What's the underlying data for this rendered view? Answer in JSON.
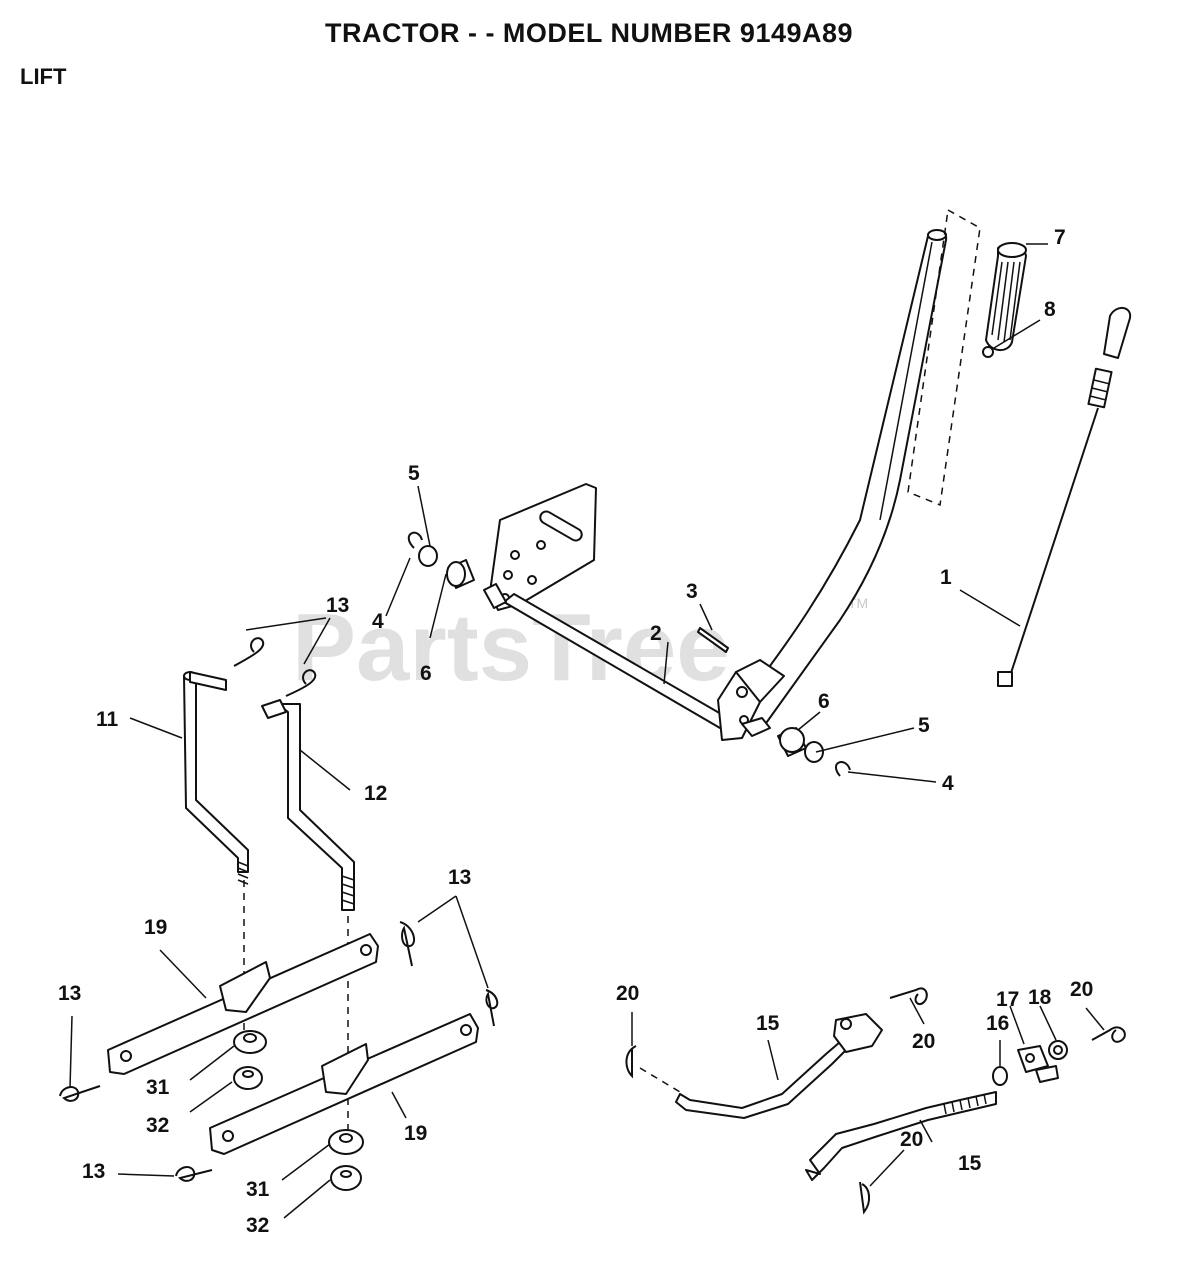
{
  "header": {
    "title": "TRACTOR - - MODEL NUMBER 9149A89",
    "section": "LIFT"
  },
  "watermark": {
    "text": "PartsTree",
    "mark": "TM"
  },
  "callouts": [
    {
      "id": "c1",
      "label": "1"
    },
    {
      "id": "c2",
      "label": "2"
    },
    {
      "id": "c3",
      "label": "3"
    },
    {
      "id": "c4a",
      "label": "4"
    },
    {
      "id": "c4b",
      "label": "4"
    },
    {
      "id": "c5a",
      "label": "5"
    },
    {
      "id": "c5b",
      "label": "5"
    },
    {
      "id": "c6a",
      "label": "6"
    },
    {
      "id": "c6b",
      "label": "6"
    },
    {
      "id": "c7",
      "label": "7"
    },
    {
      "id": "c8",
      "label": "8"
    },
    {
      "id": "c11",
      "label": "11"
    },
    {
      "id": "c12",
      "label": "12"
    },
    {
      "id": "c13a",
      "label": "13"
    },
    {
      "id": "c13b",
      "label": "13"
    },
    {
      "id": "c13c",
      "label": "13"
    },
    {
      "id": "c13d",
      "label": "13"
    },
    {
      "id": "c15a",
      "label": "15"
    },
    {
      "id": "c15b",
      "label": "15"
    },
    {
      "id": "c16",
      "label": "16"
    },
    {
      "id": "c17",
      "label": "17"
    },
    {
      "id": "c18",
      "label": "18"
    },
    {
      "id": "c19a",
      "label": "19"
    },
    {
      "id": "c19b",
      "label": "19"
    },
    {
      "id": "c20a",
      "label": "20"
    },
    {
      "id": "c20b",
      "label": "20"
    },
    {
      "id": "c20c",
      "label": "20"
    },
    {
      "id": "c20d",
      "label": "20"
    },
    {
      "id": "c31a",
      "label": "31"
    },
    {
      "id": "c31b",
      "label": "31"
    },
    {
      "id": "c32a",
      "label": "32"
    },
    {
      "id": "c32b",
      "label": "32"
    }
  ],
  "colors": {
    "ink": "#111111",
    "watermark": "#c8c8c8",
    "paper": "#ffffff"
  }
}
